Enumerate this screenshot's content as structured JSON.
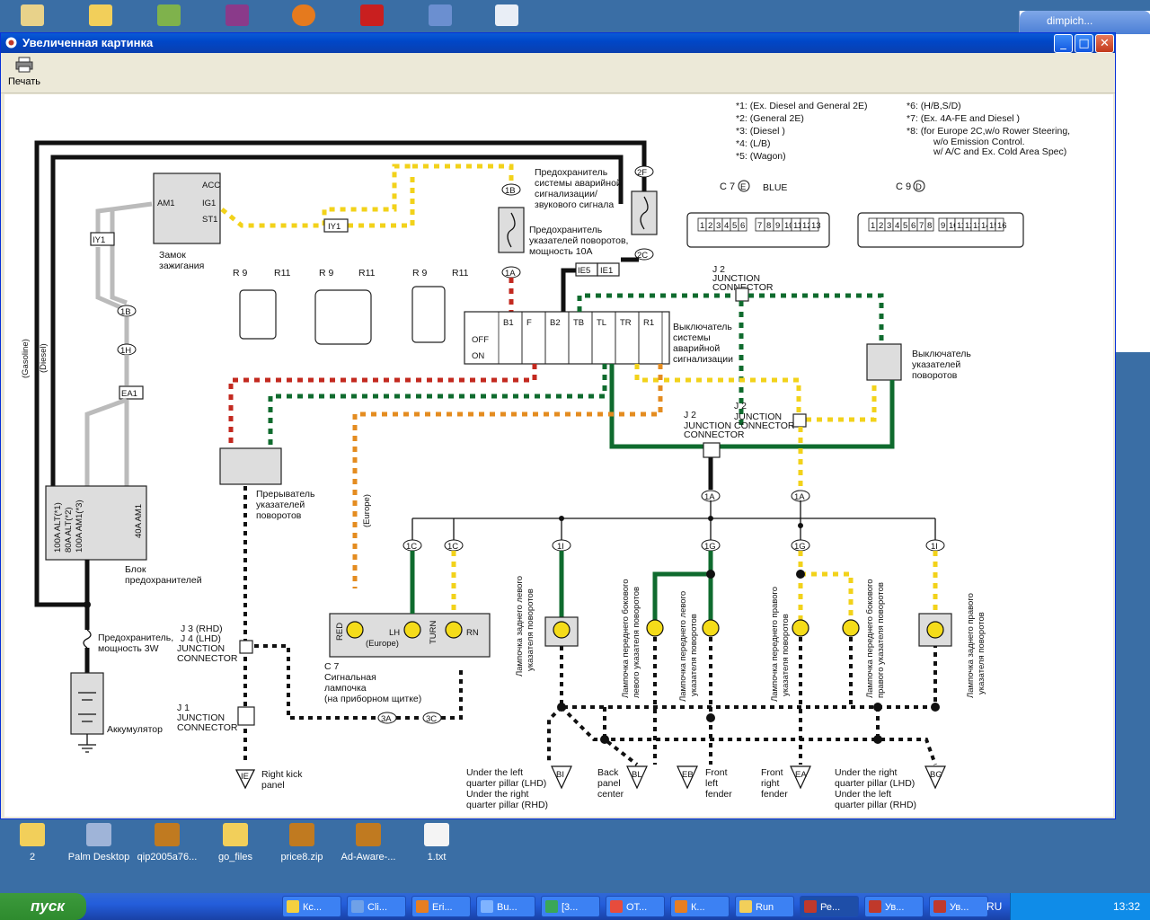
{
  "window": {
    "title": "Увеличенная картинка",
    "print_label": "Печать"
  },
  "background_window": {
    "title": "dimpich..."
  },
  "desktop_icons": [
    {
      "label": "2",
      "icon": "folder-icon"
    },
    {
      "label": "Palm Desktop",
      "icon": "palm-desktop-icon"
    },
    {
      "label": "qip2005a76...",
      "icon": "archive-icon"
    },
    {
      "label": "go_files",
      "icon": "folder-icon"
    },
    {
      "label": "price8.zip",
      "icon": "archive-icon"
    },
    {
      "label": "Ad-Aware-...",
      "icon": "archive-icon"
    },
    {
      "label": "1.txt",
      "icon": "text-file-icon"
    }
  ],
  "taskbar": {
    "start_label": "пуск",
    "buttons": [
      "Кс...",
      "Cli...",
      "Eri...",
      "Bu...",
      "[3...",
      "ОТ...",
      "К...",
      "Run",
      "Ре...",
      "Ув...",
      "Ув..."
    ],
    "language": "RU",
    "clock": "13:32"
  },
  "diagram": {
    "notes_left": [
      "*1:  (Ex. Diesel and General 2E)",
      "*2:  (General 2E)",
      "*3:  (Diesel )",
      "*4:  (L/B)",
      "*5:  (Wagon)"
    ],
    "notes_right": [
      "*6:  (H/B,S/D)",
      "*7:  (Ex. 4A-FE and Diesel )",
      "*8:  (for Europe 2C,w/o Rower Steering,",
      "w/o Emission Control.",
      "w/ A/C and Ex. Cold Area Spec)"
    ],
    "fuse_hazard": [
      "Предохранитель",
      "системы аварийной",
      "сигнализации/",
      "звукового сигнала"
    ],
    "fuse_turn": [
      "Предохранитель",
      "указателей поворотов,",
      "мощность 10А"
    ],
    "ignition": [
      "Замок",
      "зажигания"
    ],
    "ign_terms": [
      "ACC",
      "IG1",
      "ST1",
      "AM1"
    ],
    "c7": "C 7",
    "c7_letter": "E",
    "c7_color": "BLUE",
    "c9": "C 9",
    "c9_letter": "D",
    "c7_pins_a": [
      "1",
      "2",
      "3",
      "4",
      "5",
      "6"
    ],
    "c7_pins_b": [
      "7",
      "8",
      "9",
      "10",
      "11",
      "12",
      "13"
    ],
    "c9_pins_a": [
      "1",
      "2",
      "3",
      "4",
      "5",
      "6",
      "7",
      "8"
    ],
    "c9_pins_b": [
      "9",
      "10",
      "11",
      "12",
      "13",
      "14",
      "15",
      "16"
    ],
    "r9a": "R 9",
    "r11a": "R11",
    "hazard_switch": [
      "Выключатель",
      "системы",
      "аварийной",
      "сигнализации"
    ],
    "hazard_cols": [
      "B1",
      "F",
      "B2",
      "TB",
      "TL",
      "TR",
      "R1"
    ],
    "hazard_rows": [
      "OFF",
      "ON"
    ],
    "j2": [
      "J 2",
      "JUNCTION",
      "CONNECTOR"
    ],
    "turn_switch": [
      "Выключатель",
      "указателей",
      "поворотов"
    ],
    "flasher": [
      "Прерыватель",
      "указателей",
      "поворотов"
    ],
    "fuse_block": [
      "Блок",
      "предохранителей"
    ],
    "fuse_block_items": [
      "100A  ALT(*1)",
      "80A  ALT(*2)",
      "100A  AM1(*3)",
      "40A  AM1"
    ],
    "fuse_3w": [
      "Предохранитель,",
      "мощность 3W"
    ],
    "battery": "Аккумулятор",
    "j3": [
      "J 3 (RHD)",
      "J 4 (LHD)",
      "JUNCTION",
      "CONNECTOR"
    ],
    "j1": [
      "J 1",
      "JUNCTION",
      "CONNECTOR"
    ],
    "signal_lamp": [
      "Сигнальная",
      "лампочка",
      "(на приборном щитке)"
    ],
    "signal_lamp_ref": "C  7",
    "lamp_labels": [
      "RED",
      "LH",
      "TURN",
      "RN",
      "(Europe)"
    ],
    "rear_left": [
      "Лампочка заднего левого",
      "указателя поворотов"
    ],
    "front_side_left": [
      "Лампочка переднего бокового",
      "левого указателя поворотов"
    ],
    "front_left": [
      "Лампочка переднего левого",
      "указателя поворотов"
    ],
    "front_right": [
      "Лампочка переднего правого",
      "указателя поворотов"
    ],
    "front_side_right": [
      "Лампочка переднего бокового",
      "правого указателя поворотов"
    ],
    "rear_right": [
      "Лампочка заднего правого",
      "указателя поворотов"
    ],
    "grounds": [
      {
        "id": "IE",
        "text": [
          "Right kick",
          "panel"
        ]
      },
      {
        "id": "BI",
        "text": [
          "Under the left",
          "quarter pillar (LHD)",
          "Under the right",
          "quarter pillar (RHD)"
        ]
      },
      {
        "id": "BL",
        "text": [
          "Back",
          "panel",
          "center"
        ]
      },
      {
        "id": "EB",
        "text": [
          "Front",
          "left",
          "fender"
        ]
      },
      {
        "id": "EA",
        "text": [
          "Front",
          "right",
          "fender"
        ]
      },
      {
        "id": "BG",
        "text": [
          "Under the right",
          "quarter pillar (LHD)",
          "Under the left",
          "quarter pillar (RHD)"
        ]
      }
    ],
    "wire_labels": [
      "(Gasoline)",
      "(Diesel)",
      "(Europe)"
    ],
    "connectors": [
      "2F",
      "1B",
      "1A",
      "2C",
      "IY1",
      "1H",
      "EA1",
      "1A",
      "1C",
      "1C",
      "1I",
      "1G",
      "1G",
      "1I",
      "3A",
      "3C",
      "IE5",
      "IE1"
    ]
  }
}
